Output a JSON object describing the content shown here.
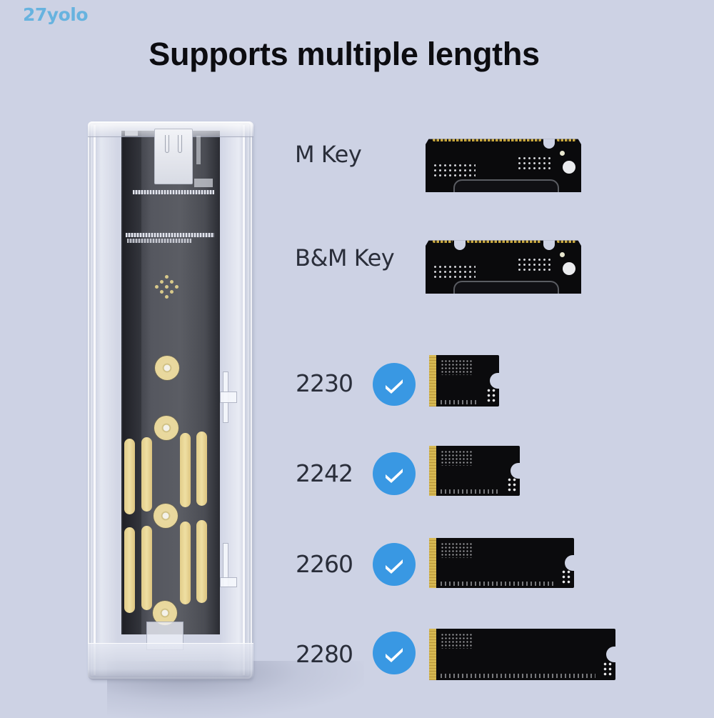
{
  "watermark": "27yolo",
  "title": "Supports multiple lengths",
  "colors": {
    "background": "#cdd2e4",
    "watermark": "#67b3df",
    "title": "#0c0c10",
    "check_badge": "#3998e3",
    "gold_contacts": "#d6b852",
    "pcb_black": "#0b0b0d"
  },
  "enclosure": {
    "description": "transparent M.2 SSD enclosure with USB-C port",
    "port_icon": "usb-c-port-icon"
  },
  "key_types": [
    {
      "label": "M Key",
      "icon": "m-key-connector-icon"
    },
    {
      "label": "B&M Key",
      "icon": "bm-key-connector-icon"
    }
  ],
  "lengths": [
    {
      "label": "2230",
      "supported": true,
      "icon": "check-circle-icon"
    },
    {
      "label": "2242",
      "supported": true,
      "icon": "check-circle-icon"
    },
    {
      "label": "2260",
      "supported": true,
      "icon": "check-circle-icon"
    },
    {
      "label": "2280",
      "supported": true,
      "icon": "check-circle-icon"
    }
  ]
}
